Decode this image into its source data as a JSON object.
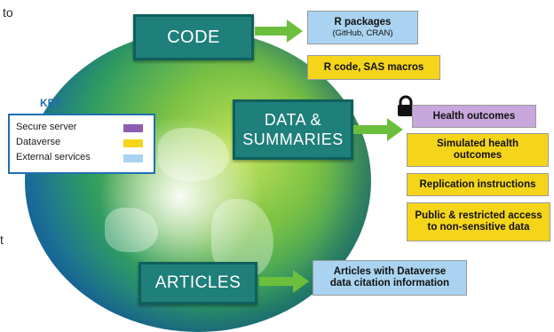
{
  "left_text_fragments": [
    "to",
    "t"
  ],
  "hubs": {
    "code": "CODE",
    "data_line1": "DATA &",
    "data_line2": "SUMMARIES",
    "articles": "ARTICLES"
  },
  "code_outputs": {
    "r_packages_title": "R packages",
    "r_packages_sub": "(GitHub, CRAN)",
    "r_code": "R code, SAS macros"
  },
  "data_outputs": {
    "health_outcomes": "Health outcomes",
    "simulated_line1": "Simulated health",
    "simulated_line2": "outcomes",
    "replication": "Replication instructions",
    "public_line1": "Public & restricted access",
    "public_line2": "to non-sensitive data"
  },
  "article_outputs": {
    "line1": "Articles with Dataverse",
    "line2": "data citation information"
  },
  "key": {
    "title": "KEY",
    "items": [
      {
        "label": "Secure server",
        "color": "#8e5db0"
      },
      {
        "label": "Dataverse",
        "color": "#f4d51a"
      },
      {
        "label": "External services",
        "color": "#a9d3f0"
      }
    ]
  },
  "colors": {
    "hub": "#1f7f7a",
    "arrow": "#6cbf3c",
    "secure": "#c8a8dc",
    "dataverse": "#f4d51a",
    "external": "#a9d3f0"
  },
  "icons": [
    "lock-icon",
    "arrow-right-icon"
  ]
}
